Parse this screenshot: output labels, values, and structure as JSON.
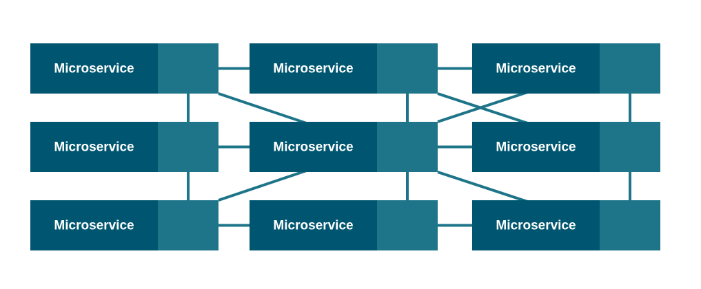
{
  "colors": {
    "background": "#ffffff",
    "service_body": "#005670",
    "service_port": "#1e7589",
    "connector": "#1e7589",
    "label_text": "#ffffff"
  },
  "services": [
    {
      "id": "r1c1",
      "label": "Microservice"
    },
    {
      "id": "r1c2",
      "label": "Microservice"
    },
    {
      "id": "r1c3",
      "label": "Microservice"
    },
    {
      "id": "r2c1",
      "label": "Microservice"
    },
    {
      "id": "r2c2",
      "label": "Microservice"
    },
    {
      "id": "r2c3",
      "label": "Microservice"
    },
    {
      "id": "r3c1",
      "label": "Microservice"
    },
    {
      "id": "r3c2",
      "label": "Microservice"
    },
    {
      "id": "r3c3",
      "label": "Microservice"
    }
  ],
  "connections": [
    {
      "from": "r1c1",
      "to": "r1c2"
    },
    {
      "from": "r1c2",
      "to": "r1c3"
    },
    {
      "from": "r2c1",
      "to": "r2c2"
    },
    {
      "from": "r2c2",
      "to": "r2c3"
    },
    {
      "from": "r3c1",
      "to": "r3c2"
    },
    {
      "from": "r3c2",
      "to": "r3c3"
    },
    {
      "from": "r1c1",
      "to": "r2c1"
    },
    {
      "from": "r2c1",
      "to": "r3c1"
    },
    {
      "from": "r1c2",
      "to": "r2c2"
    },
    {
      "from": "r2c2",
      "to": "r3c2"
    },
    {
      "from": "r1c3",
      "to": "r2c3"
    },
    {
      "from": "r2c3",
      "to": "r3c3"
    },
    {
      "from": "r1c1",
      "to": "r2c2"
    },
    {
      "from": "r3c1",
      "to": "r2c2"
    },
    {
      "from": "r2c2",
      "to": "r1c3"
    },
    {
      "from": "r1c2",
      "to": "r2c3"
    },
    {
      "from": "r2c2",
      "to": "r3c3"
    }
  ]
}
